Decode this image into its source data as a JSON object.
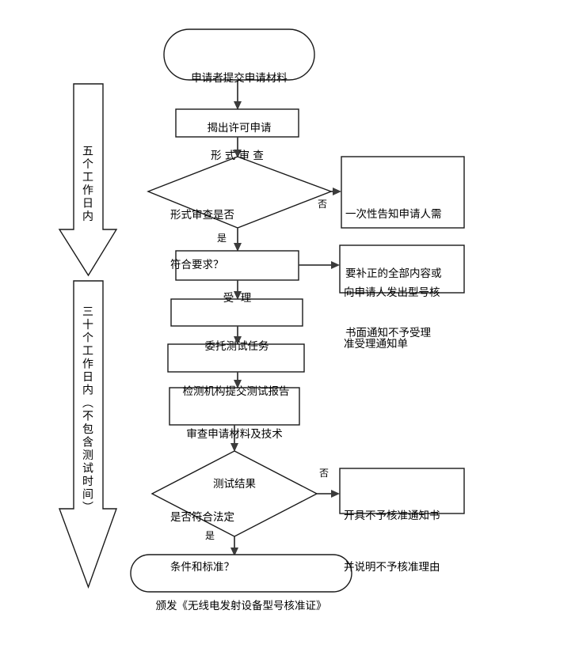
{
  "diagram": {
    "title": "无线电发射设备型号核准审批流程图",
    "background_color": "#ffffff",
    "shape_stroke_color": "#1a1a1a",
    "connector_color": "#3b3b3b",
    "text_color": "#000000"
  },
  "timeline_bands": [
    {
      "id": "band-five-workdays",
      "label": "五个工作日内"
    },
    {
      "id": "band-thirty-workdays",
      "label": "三十个工作日内（不包含测试时间）"
    }
  ],
  "nodes": [
    {
      "id": "node-start",
      "shape": "terminator",
      "lines": [
        "申请者提交申请材料",
        "揭出许可申请"
      ]
    },
    {
      "id": "node-formal-review",
      "shape": "process",
      "lines": [
        "形 式 审 查"
      ]
    },
    {
      "id": "node-decision-formal",
      "shape": "decision",
      "lines": [
        "形式审查是否",
        "符合要求？"
      ]
    },
    {
      "id": "node-notify-correction",
      "shape": "process",
      "lines": [
        "一次性告知申请人需",
        "要补正的全部内容或",
        "书面通知不予受理"
      ]
    },
    {
      "id": "node-accept",
      "shape": "process",
      "lines": [
        "受  理"
      ]
    },
    {
      "id": "node-accept-notice",
      "shape": "process",
      "lines": [
        "向申请人发出型号核",
        "准受理通知单"
      ]
    },
    {
      "id": "node-commission-test",
      "shape": "process",
      "lines": [
        "委托测试任务"
      ]
    },
    {
      "id": "node-test-report",
      "shape": "process",
      "lines": [
        "检测机构提交测试报告"
      ]
    },
    {
      "id": "node-review-materials",
      "shape": "process",
      "lines": [
        "审查申请材料及技术",
        "测试结果"
      ]
    },
    {
      "id": "node-decision-legal",
      "shape": "decision",
      "lines": [
        "是否符合法定",
        "条件和标准？"
      ]
    },
    {
      "id": "node-reject-notice",
      "shape": "process",
      "lines": [
        "开具不予核准通知书",
        "并说明不予核准理由"
      ]
    },
    {
      "id": "node-issue-certificate",
      "shape": "terminator",
      "lines": [
        "颁发《无线电发射设备型号核准证》"
      ]
    }
  ],
  "edge_labels": [
    {
      "id": "edge-label-formal-no",
      "text": "否"
    },
    {
      "id": "edge-label-formal-yes",
      "text": "是"
    },
    {
      "id": "edge-label-legal-no",
      "text": "否"
    },
    {
      "id": "edge-label-legal-yes",
      "text": "是"
    }
  ]
}
